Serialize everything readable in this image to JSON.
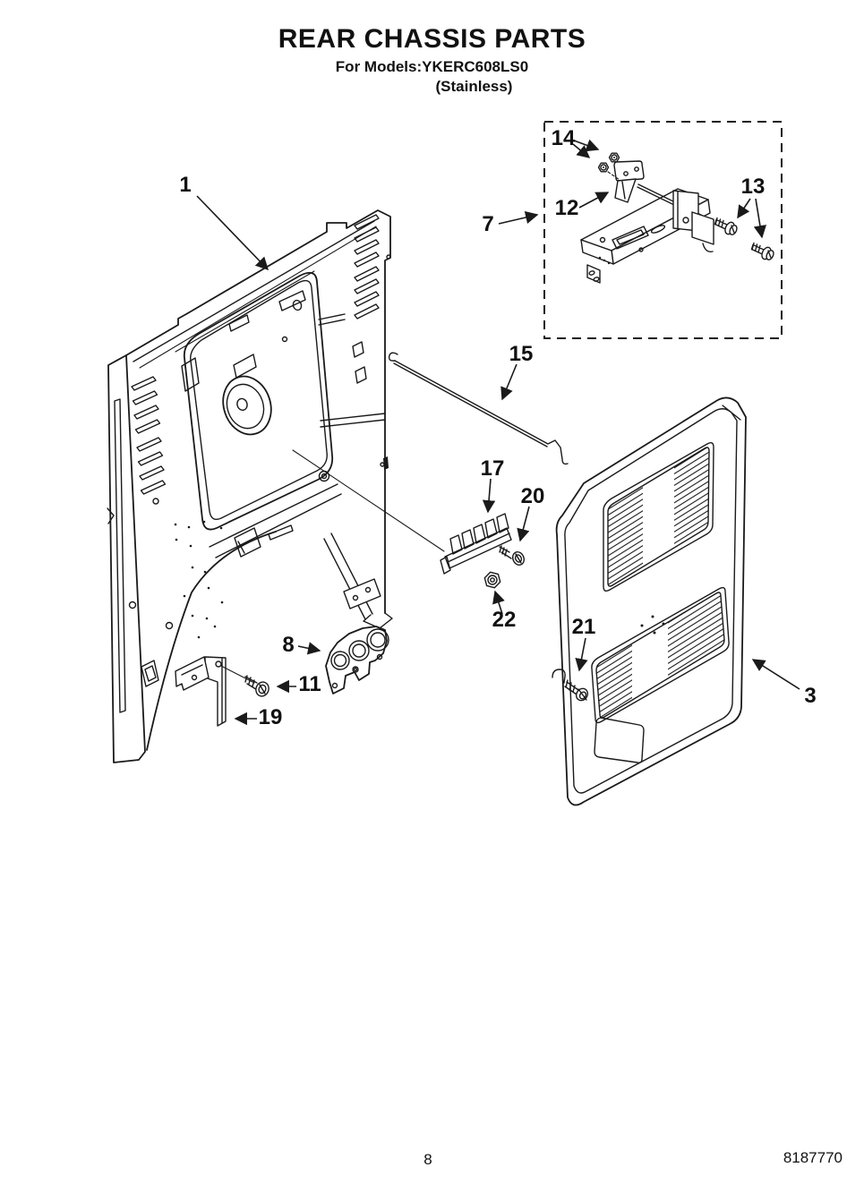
{
  "title": {
    "heading": "REAR CHASSIS PARTS",
    "models_line": "For Models:YKERC608LS0",
    "finish_line": "(Stainless)"
  },
  "footer": {
    "page_number": "8",
    "document_number": "8187770"
  },
  "diagram": {
    "description": "Exploded parts line drawing of rear chassis",
    "line_color": "#1a1a1a",
    "callouts": [
      {
        "label": "1"
      },
      {
        "label": "3"
      },
      {
        "label": "7"
      },
      {
        "label": "8"
      },
      {
        "label": "11"
      },
      {
        "label": "12"
      },
      {
        "label": "13"
      },
      {
        "label": "14"
      },
      {
        "label": "15"
      },
      {
        "label": "17"
      },
      {
        "label": "19"
      },
      {
        "label": "20"
      },
      {
        "label": "21"
      },
      {
        "label": "22"
      }
    ]
  }
}
